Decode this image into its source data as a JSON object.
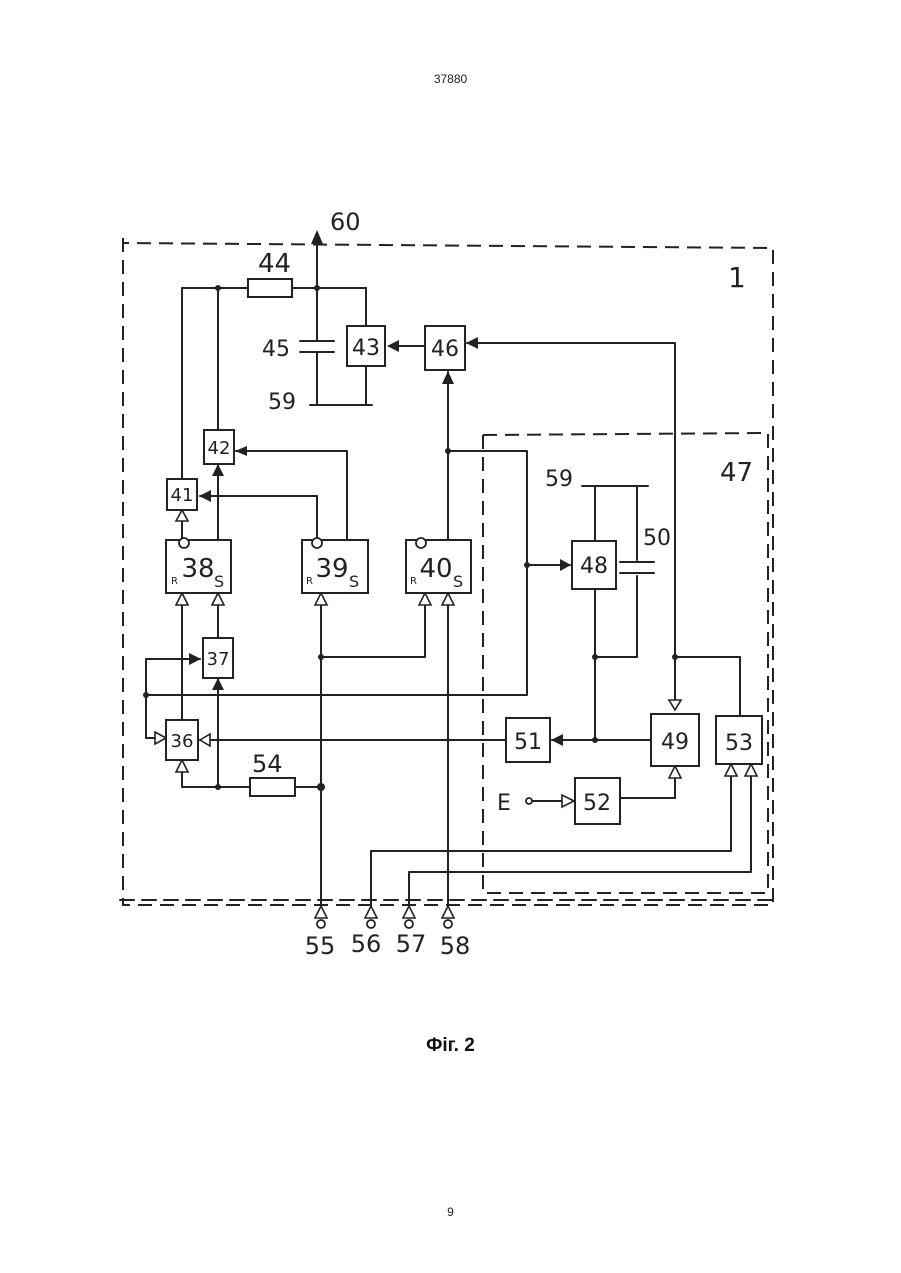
{
  "header": {
    "doc_number": "37880"
  },
  "figure": {
    "caption": "Фіг. 2"
  },
  "footer": {
    "page_number": "9"
  },
  "diagram": {
    "outer_label": "1",
    "inner_label": "47",
    "output_label": "60",
    "ground_label_top": "59",
    "ground_label_right": "59",
    "resistor_top_label": "44",
    "capacitor_left_label": "45",
    "capacitor_right_label": "50",
    "resistor_bottom_label": "54",
    "blocks": {
      "b36": "36",
      "b37": "37",
      "b41": "41",
      "b42": "42",
      "b43": "43",
      "b46": "46",
      "b48": "48",
      "b49": "49",
      "b51": "51",
      "b52": "52",
      "b53": "53",
      "b38": "38",
      "b39": "39",
      "b40": "40"
    },
    "trigger_r": "R",
    "trigger_s": "S",
    "input_e": "E",
    "inputs": {
      "in55": "55",
      "in56": "56",
      "in57": "57",
      "in58": "58"
    }
  }
}
